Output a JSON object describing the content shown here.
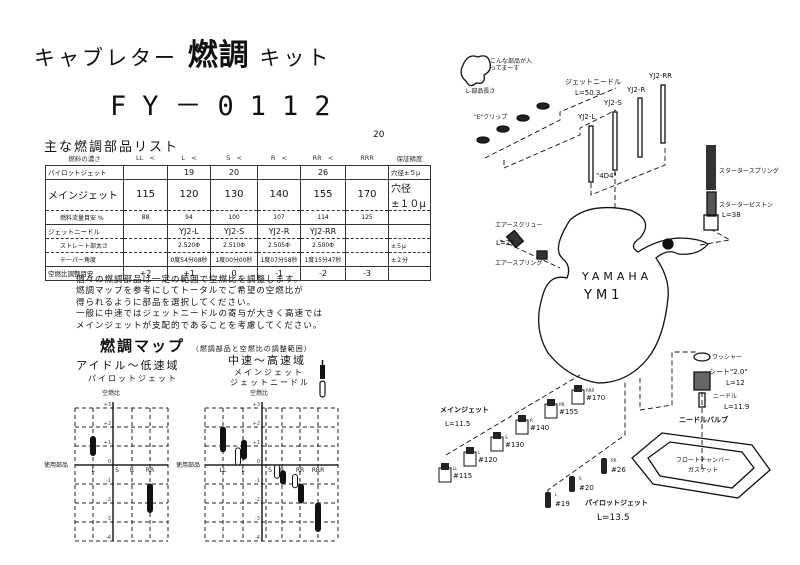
{
  "header": {
    "title_pre": "キャブレター",
    "title_main": "燃調",
    "title_post": "キット",
    "model_code": "FY－0112",
    "page_number": "20"
  },
  "parts_list": {
    "title": "主な燃調部品リスト",
    "header": [
      "燃料の濃さ",
      "LL",
      "<",
      "L",
      "<",
      "S",
      "<",
      "R",
      "<",
      "RR",
      "<",
      "RRR",
      "保証精度"
    ],
    "rows": [
      {
        "label": "パイロットジェット",
        "cells": [
          "",
          "19",
          "20",
          "",
          "26",
          ""
        ],
        "tol": "穴径±５μ"
      },
      {
        "label": "メインジェット",
        "cells": [
          "115",
          "120",
          "130",
          "140",
          "155",
          "170"
        ],
        "tol": "穴径±１０μ"
      },
      {
        "label": "燃料流量目安 %",
        "cells": [
          "88",
          "94",
          "100",
          "107",
          "114",
          "125"
        ],
        "tol": ""
      },
      {
        "label": "ジェットニードル",
        "cells": [
          "",
          "YJ2-L",
          "YJ2-S",
          "YJ2-R",
          "YJ2-RR",
          ""
        ],
        "tol": ""
      },
      {
        "label": "ストレート部太さ",
        "cells": [
          "",
          "2.520Φ",
          "2.510Φ",
          "2.505Φ",
          "2.500Φ",
          ""
        ],
        "tol": "±５μ"
      },
      {
        "label": "テーパー角度",
        "cells": [
          "",
          "0度54分08秒",
          "1度00分00秒",
          "1度07分58秒",
          "1度15分47秒",
          ""
        ],
        "tol": "±２分"
      },
      {
        "label": "空燃比調整目安",
        "cells": [
          "+2",
          "+1",
          "0",
          "-1",
          "-2",
          "-3"
        ],
        "tol": ""
      }
    ]
  },
  "notes": [
    "個々の燃調部品は一定の範囲で空燃比を調整します。",
    "燃調マップを参考にしてトータルでご希望の空燃比が",
    "得られるように部品を選択してください。",
    "一般に中速ではジェットニードルの寄与が大きく高速では",
    "メインジェットが支配的であることを考慮してください。"
  ],
  "fuel_map": {
    "title": "燃調マップ",
    "subtitle": "（燃調部品と空燃比の調整範囲）",
    "left": {
      "heading": "アイドル～低速域",
      "subheading": "パイロットジェット",
      "y_axis_label": "空燃比",
      "x_axis_label": "使用部品",
      "categories": [
        "L",
        "S",
        "R",
        "RR"
      ],
      "y_ticks": [
        "+3",
        "+2",
        "+1",
        "0",
        "-1",
        "-2",
        "-3",
        "-4"
      ],
      "bars": [
        {
          "part": "L",
          "range": [
            0.5,
            1.5
          ],
          "style": "filled"
        },
        {
          "part": "RR",
          "range": [
            -2.5,
            -1
          ],
          "style": "filled"
        }
      ]
    },
    "right": {
      "heading": "中速～高速域",
      "subheading_main": "メインジェット",
      "subheading_needle": "ジェットニードル",
      "y_axis_label": "空燃比",
      "x_axis_label": "使用部品",
      "categories": [
        "LL",
        "L",
        "S",
        "R",
        "RR",
        "RRR"
      ],
      "y_ticks": [
        "+3",
        "+2",
        "+1",
        "0",
        "-1",
        "-2",
        "-3",
        "-4"
      ],
      "bars": [
        {
          "part": "LL",
          "range": [
            0.7,
            2
          ],
          "style": "filled"
        },
        {
          "part": "L",
          "range": [
            0,
            0.9
          ],
          "style": "outline"
        },
        {
          "part": "L",
          "range": [
            0.3,
            1.3
          ],
          "style": "filled"
        },
        {
          "part": "R",
          "range": [
            -1,
            -0.3
          ],
          "style": "filled"
        },
        {
          "part": "R",
          "range": [
            -0.7,
            0
          ],
          "style": "outline"
        },
        {
          "part": "RR",
          "range": [
            -2,
            -1
          ],
          "style": "filled"
        },
        {
          "part": "RR",
          "range": [
            -1.2,
            -0.5
          ],
          "style": "outline"
        },
        {
          "part": "RRR",
          "range": [
            -3.5,
            -2
          ],
          "style": "filled"
        }
      ]
    }
  },
  "diagram": {
    "legend_note": "こんな部品が入ってまーす",
    "legend_length": "L-部品長さ",
    "jet_needle": {
      "label": "ジェットニードル",
      "length": "L=50.3",
      "mark": "\"4D4\"",
      "needles": [
        "YJ2-L",
        "YJ2-S",
        "YJ2-R",
        "YJ2-RR"
      ]
    },
    "e_clip": "\"E\"クリップ",
    "starter_spring": "スタータースプリング",
    "starter_piston": {
      "label": "スターターピストン",
      "length": "L=38"
    },
    "air_screw": {
      "label": "エアースクリュー",
      "length": "L=27"
    },
    "air_spring": "エアースプリング",
    "body_brand": "YAMAHA",
    "body_model": "YM1",
    "washer": "ワッシャー",
    "seat": {
      "label": "シート\"2.0\"",
      "length": "L=12"
    },
    "needle": {
      "label": "ニードル",
      "length": "L=11.9"
    },
    "needle_valve": "ニードルバルブ",
    "float_gasket": [
      "フロートチャンバー",
      "ガスケット"
    ],
    "main_jet": {
      "label": "メインジェット",
      "length": "L=11.5",
      "jets": [
        {
          "num": "#115",
          "grade": "LL"
        },
        {
          "num": "#120",
          "grade": "L"
        },
        {
          "num": "#130",
          "grade": "S"
        },
        {
          "num": "#140",
          "grade": "R"
        },
        {
          "num": "#155",
          "grade": "RR"
        },
        {
          "num": "#170",
          "grade": "RRR"
        }
      ]
    },
    "pilot_jet": {
      "label": "パイロットジェット",
      "length": "L=13.5",
      "jets": [
        {
          "num": "#19",
          "grade": "L"
        },
        {
          "num": "#20",
          "grade": "S"
        },
        {
          "num": "#26",
          "grade": "RR"
        }
      ]
    }
  }
}
